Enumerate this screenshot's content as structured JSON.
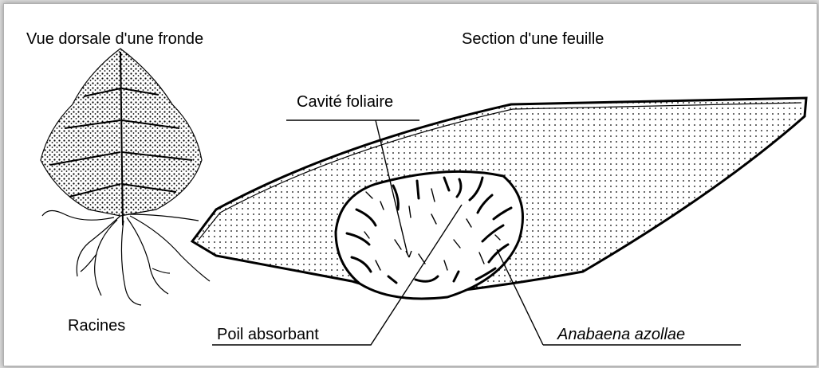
{
  "labels": {
    "fronde": "Vue dorsale d'une fronde",
    "section": "Section d'une feuille",
    "cavite": "Cavité foliaire",
    "racines": "Racines",
    "poil": "Poil absorbant",
    "anabaena": "Anabaena azollae"
  }
}
